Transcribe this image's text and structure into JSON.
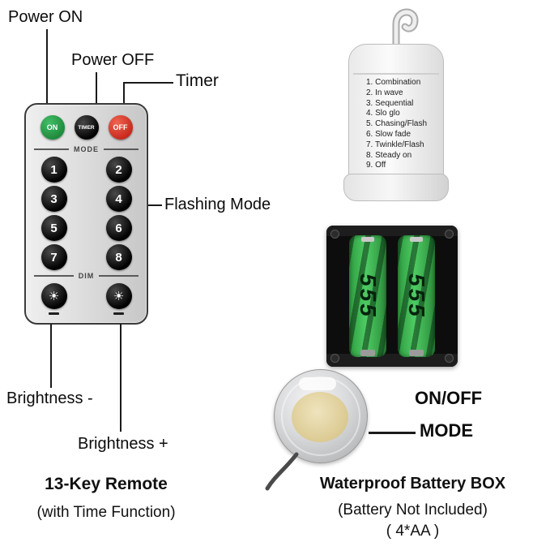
{
  "colors": {
    "on_button_green": "#2d9e41",
    "off_button_red": "#d93a2b",
    "button_black": "#111111",
    "battery_green": "#3cb054",
    "background": "#ffffff"
  },
  "annotations": {
    "power_on": "Power ON",
    "power_off": "Power OFF",
    "timer": "Timer",
    "flashing_mode": "Flashing Mode",
    "brightness_minus": "Brightness -",
    "brightness_plus": "Brightness +"
  },
  "remote": {
    "power_buttons": [
      {
        "label": "ON"
      },
      {
        "label": "TIMER"
      },
      {
        "label": "OFF"
      }
    ],
    "mode_label": "MODE",
    "dim_label": "DIM",
    "keys": [
      "1",
      "2",
      "3",
      "4",
      "5",
      "6",
      "7",
      "8"
    ],
    "dim_icon_glyph": "☀",
    "caption_title": "13-Key Remote",
    "caption_sub": "(with Time Function)"
  },
  "battery_box": {
    "modes": [
      "1. Combination",
      "2. In wave",
      "3. Sequential",
      "4. Slo glo",
      "5. Chasing/Flash",
      "6. Slow fade",
      "7. Twinkle/Flash",
      "8. Steady on",
      "9. Off"
    ],
    "battery_brand": "555",
    "button_labels": {
      "on_off": "ON/OFF",
      "mode": "MODE"
    },
    "caption_title": "Waterproof Battery BOX",
    "caption_sub1": "(Battery Not Included)",
    "caption_sub2": "( 4*AA )"
  }
}
